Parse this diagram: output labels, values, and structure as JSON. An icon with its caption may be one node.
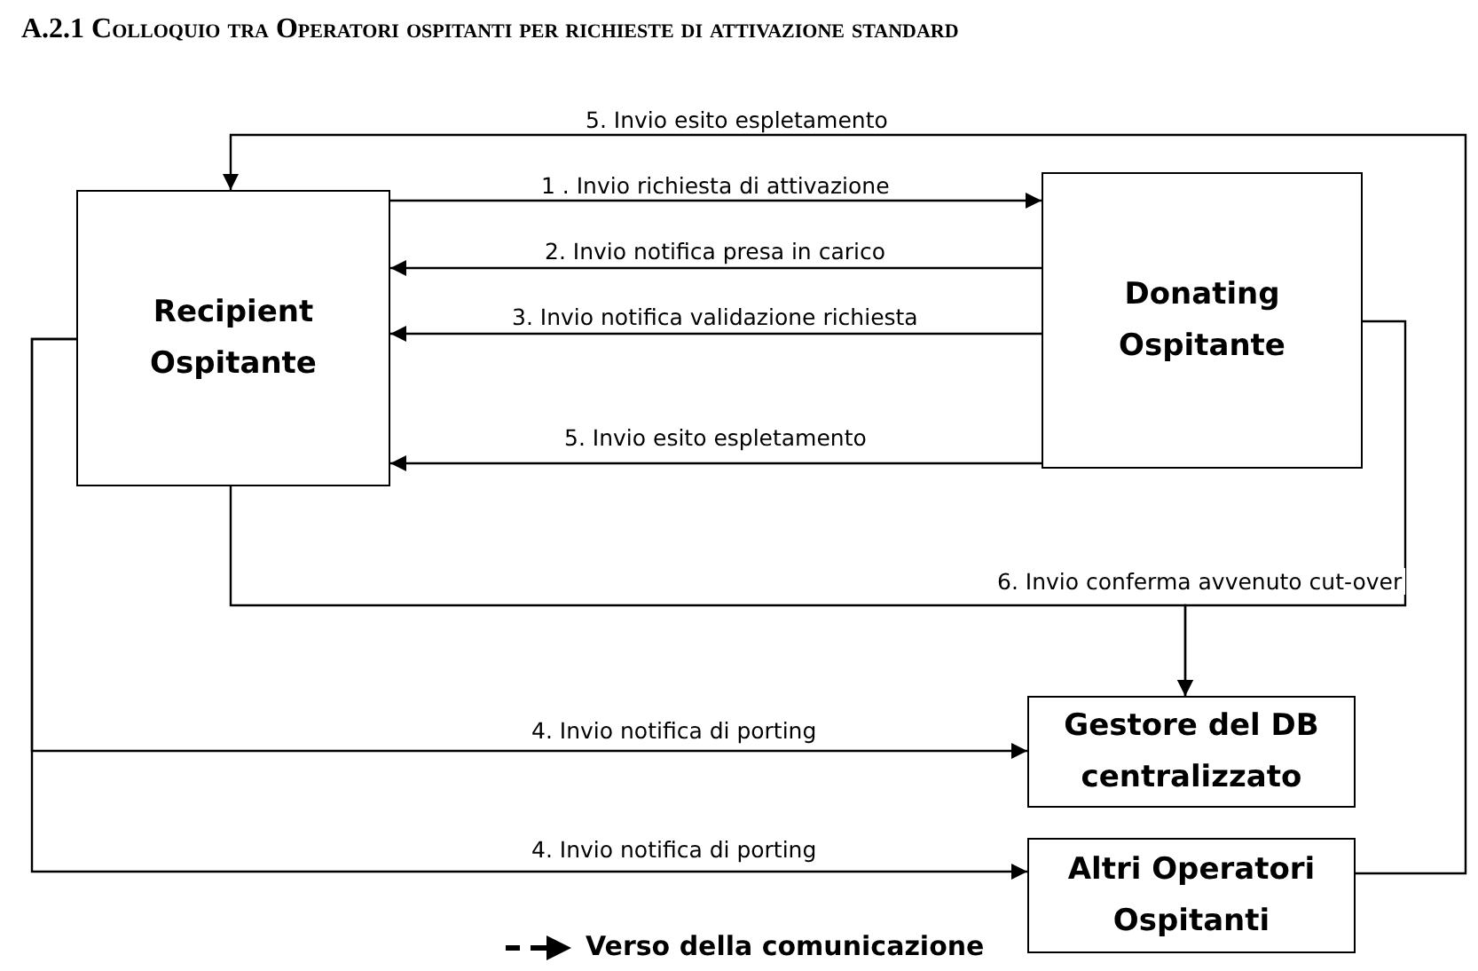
{
  "diagram": {
    "title": "A.2.1 Colloquio tra Operatori ospitanti per richieste di attivazione standard",
    "nodes": [
      {
        "text": [
          "Recipient Ospitante"
        ]
      },
      {
        "text": [
          "Donating Ospitante"
        ]
      },
      {
        "text": [
          "Gestore del DB centralizzato"
        ]
      },
      {
        "text": [
          "Altri Operatori Ospitanti"
        ]
      }
    ],
    "edges": [
      {
        "from": 3,
        "to": 0,
        "arrow": "to",
        "label": "5. Invio esito espletamento"
      },
      {
        "from": 0,
        "to": 1,
        "arrow": "to",
        "label": "1 . Invio richiesta di attivazione"
      },
      {
        "from": 1,
        "to": 0,
        "arrow": "to",
        "label": "2. Invio notifica presa in carico"
      },
      {
        "from": 1,
        "to": 0,
        "arrow": "to",
        "label": "3. Invio notifica validazione richiesta"
      },
      {
        "from": 1,
        "to": 0,
        "arrow": "to",
        "label": "5. Invio esito espletamento"
      },
      {
        "from": 0,
        "to": 2,
        "arrow": "to"
      },
      {
        "from": 1,
        "to": 2,
        "arrow": "to",
        "label": "6. Invio conferma avvenuto cut-over"
      },
      {
        "from": 0,
        "to": 2,
        "arrow": "to",
        "label": "4. Invio notifica di porting"
      },
      {
        "from": 0,
        "to": 3,
        "arrow": "to",
        "label": "4. Invio notifica di porting"
      }
    ],
    "legend": [
      {
        "text": "Verso della comunicazione"
      }
    ]
  }
}
